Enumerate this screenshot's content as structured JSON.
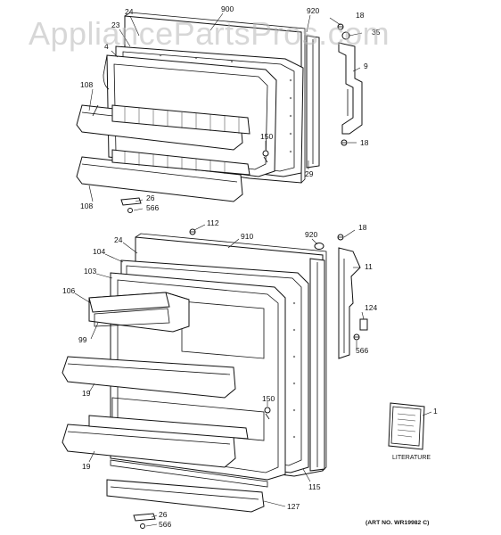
{
  "watermark": "AppliancePartsPros.com",
  "art_number": "(ART NO. WR19982 C)",
  "literature_caption": "LITERATURE",
  "labels": {
    "l24_top": "24",
    "l900": "900",
    "l920_top": "920",
    "l18_top": "18",
    "l23": "23",
    "l35": "35",
    "l4": "4",
    "l9": "9",
    "l108_a": "108",
    "l150_top": "150",
    "l18_mid": "18",
    "l29": "29",
    "l108_b": "108",
    "l26_top": "26",
    "l566_top": "566",
    "l112": "112",
    "l920_mid": "920",
    "l18_low": "18",
    "l24_low": "24",
    "l910": "910",
    "l104": "104",
    "l11": "11",
    "l103": "103",
    "l106": "106",
    "l124": "124",
    "l99": "99",
    "l566_mid": "566",
    "l19_a": "19",
    "l150_low": "150",
    "l1": "1",
    "l19_b": "19",
    "l115": "115",
    "l127": "127",
    "l26_bot": "26",
    "l566_bot": "566"
  }
}
